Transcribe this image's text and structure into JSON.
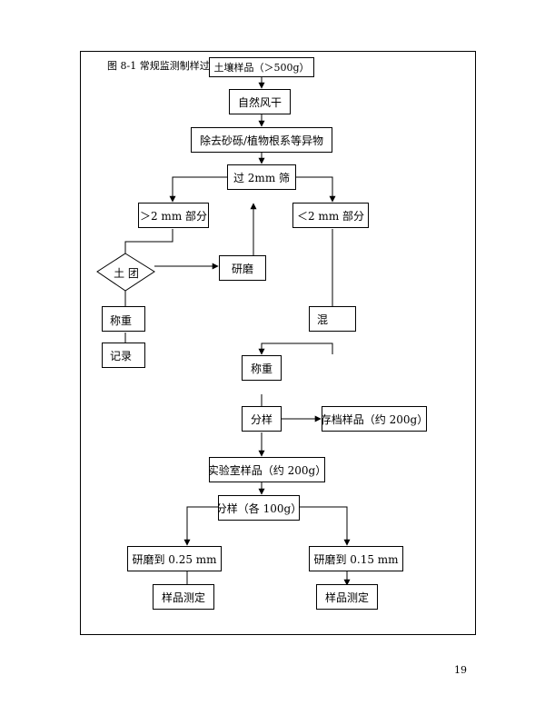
{
  "figure": {
    "title": "图 8-1    常规监测制样过"
  },
  "nodes": {
    "soil_sample": "土壤样品（＞500g）",
    "air_dry": "自然风干",
    "remove_gravel": "除去砂砾/植物根系等异物",
    "sieve_2mm": "过 2mm 筛",
    "gt_2mm": "＞2 mm 部分",
    "lt_2mm": "＜2 mm 部分",
    "clod": "土 团",
    "grind": "研磨",
    "weigh_left": "称重",
    "record": "记录",
    "mix": "混",
    "weigh_mid": "称重",
    "split": "分样",
    "archive_sample": "存档样品（约 200g）",
    "lab_sample": "实验室样品（约 200g）",
    "split_each": "分样（各 100g）",
    "grind_025": "研磨到 0.25 mm",
    "grind_015": "研磨到 0.15 mm",
    "measure_left": "样品测定",
    "measure_right": "样品测定"
  },
  "page": {
    "number": "19"
  }
}
